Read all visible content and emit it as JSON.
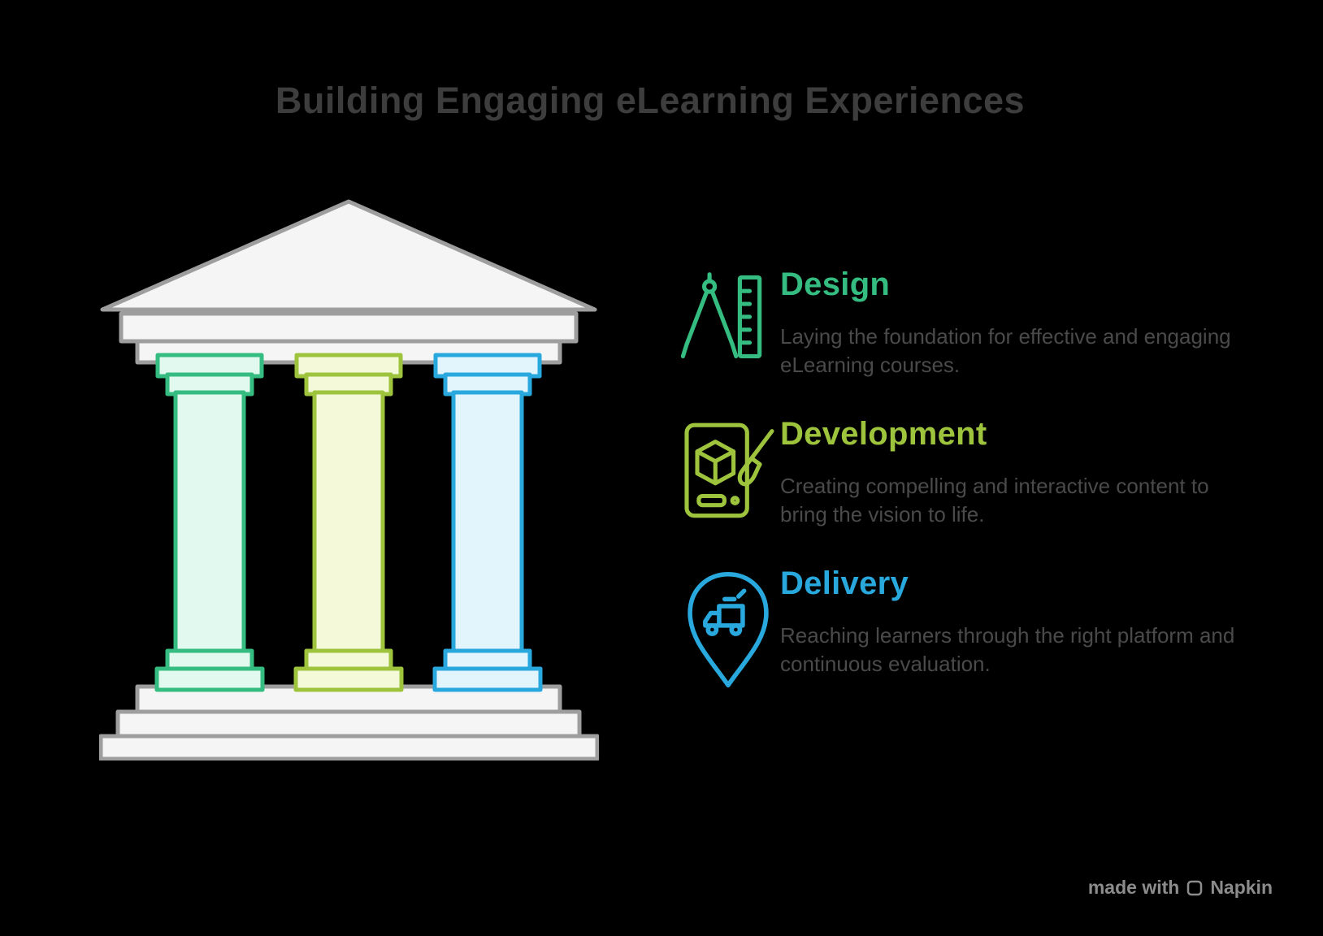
{
  "title": "Building Engaging eLearning Experiences",
  "colors": {
    "background": "#000000",
    "title_text": "#3d3d3d",
    "body_text": "#4a4a4a",
    "temple_fill": "#f5f5f5",
    "temple_stroke": "#9e9e9e",
    "design_accent": "#35bd81",
    "design_fill": "#e1f9ee",
    "development_accent": "#9dc43c",
    "development_fill": "#f3f9d9",
    "delivery_accent": "#29a8dd",
    "delivery_fill": "#e2f5fd",
    "watermark_text": "#8c8c8c"
  },
  "illustration": {
    "name": "greek-temple-three-pillars",
    "pillars": [
      {
        "color": "#35bd81",
        "represents": "Design"
      },
      {
        "color": "#9dc43c",
        "represents": "Development"
      },
      {
        "color": "#29a8dd",
        "represents": "Delivery"
      }
    ]
  },
  "sections": [
    {
      "id": "design",
      "label": "Design",
      "description": "Laying the foundation for effective and engaging eLearning courses.",
      "icon": "compass-ruler-icon"
    },
    {
      "id": "development",
      "label": "Development",
      "description": "Creating compelling and interactive content to bring the vision to life.",
      "icon": "device-brush-icon"
    },
    {
      "id": "delivery",
      "label": "Delivery",
      "description": "Reaching learners through the right platform and continuous evaluation.",
      "icon": "location-pin-truck-icon"
    }
  ],
  "watermark": {
    "prefix": "made with",
    "brand": "Napkin"
  }
}
